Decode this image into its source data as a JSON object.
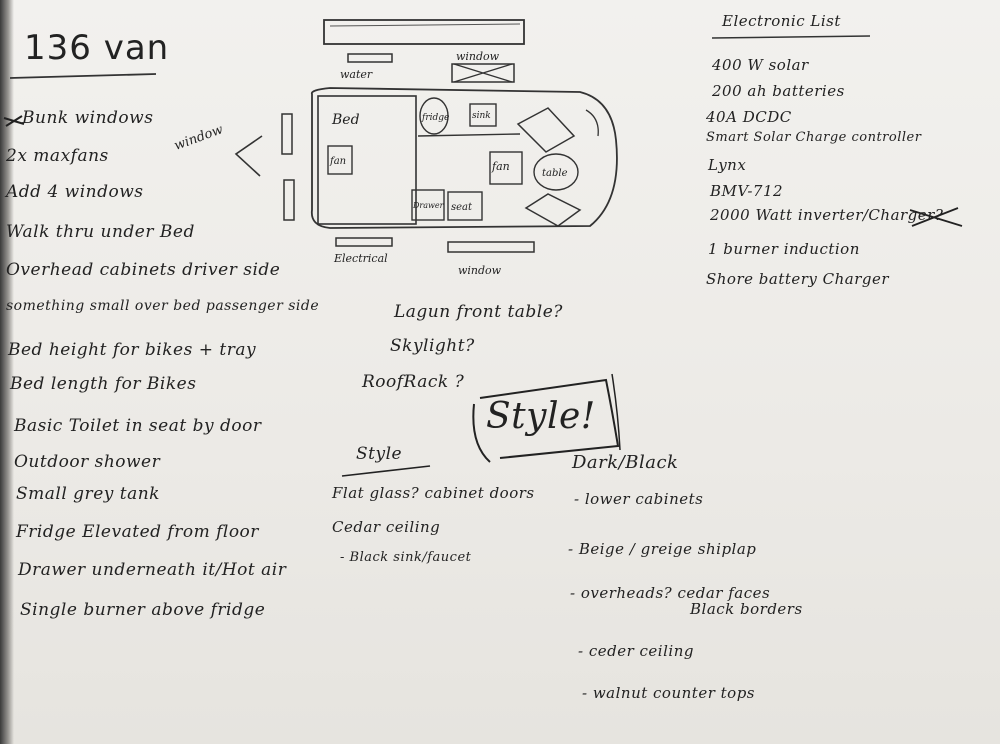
{
  "title": "136 van",
  "left_list": [
    "Bunk windows",
    "2x maxfans",
    "Add 4 windows",
    "Walk thru under Bed",
    "Overhead cabinets driver side",
    "something small over bed passenger side",
    "Bed height for bikes + tray",
    "Bed length for Bikes",
    "Basic Toilet in seat by door",
    "Outdoor shower",
    "Small grey tank",
    "Fridge Elevated from floor",
    "Drawer underneath it/Hot air",
    "Single burner above fridge"
  ],
  "diagram": {
    "labels": {
      "water": "water",
      "window_top": "window",
      "window_left": "window",
      "window_bottom": "window",
      "electrical": "Electrical",
      "bed": "Bed",
      "fan_bed": "fan",
      "fridge": "fridge",
      "sink": "sink",
      "fan_mid": "fan",
      "table": "table",
      "drawer": "Drawer",
      "seat": "seat"
    }
  },
  "electronic_list": {
    "heading": "Electronic List",
    "items": [
      "400 W solar",
      "200 ah batteries",
      "40A DCDC",
      "Smart Solar Charge controller",
      "Lynx",
      "BMV-712",
      "2000 Watt inverter/Charger?",
      "1 burner induction",
      "Shore battery Charger"
    ]
  },
  "questions": [
    "Lagun front table?",
    "Skylight?",
    "RoofRack ?"
  ],
  "style_box": "Style!",
  "style_section": {
    "heading": "Style",
    "items": [
      "Flat glass? cabinet doors",
      "Cedar ceiling",
      "- Black sink/faucet"
    ]
  },
  "dark_section": {
    "heading": "Dark/Black",
    "items": [
      "- lower cabinets",
      "- Beige / greige shiplap",
      "- overheads? cedar faces",
      "Black borders",
      "- ceder ceiling",
      "- walnut counter tops"
    ]
  }
}
